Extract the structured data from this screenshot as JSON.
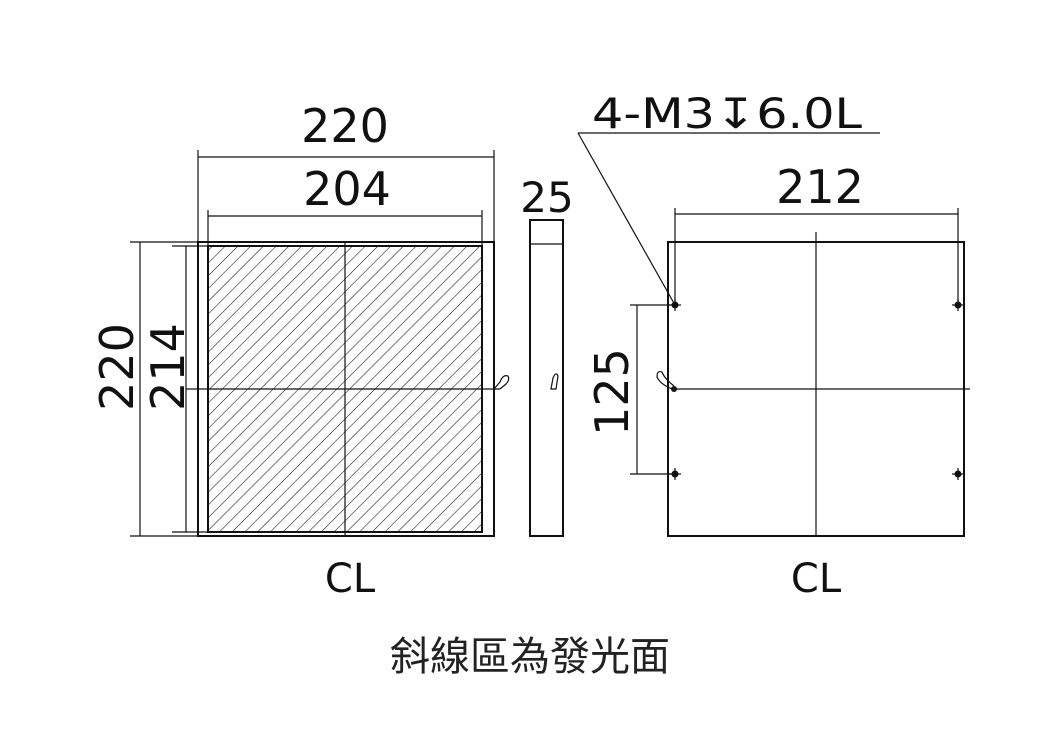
{
  "drawing": {
    "front_view": {
      "dim_outer_width": "220",
      "dim_inner_width": "204",
      "dim_outer_height": "220",
      "dim_inner_height": "214",
      "centerline_label": "CL"
    },
    "side_view": {
      "dim_thickness": "25"
    },
    "back_view": {
      "callout": "4-M3↧6.0L",
      "dim_hole_spacing_x": "212",
      "dim_hole_spacing_y": "125",
      "centerline_label": "CL"
    },
    "note": "斜線區為發光面",
    "colors": {
      "line": "#111111",
      "background": "#ffffff"
    }
  }
}
